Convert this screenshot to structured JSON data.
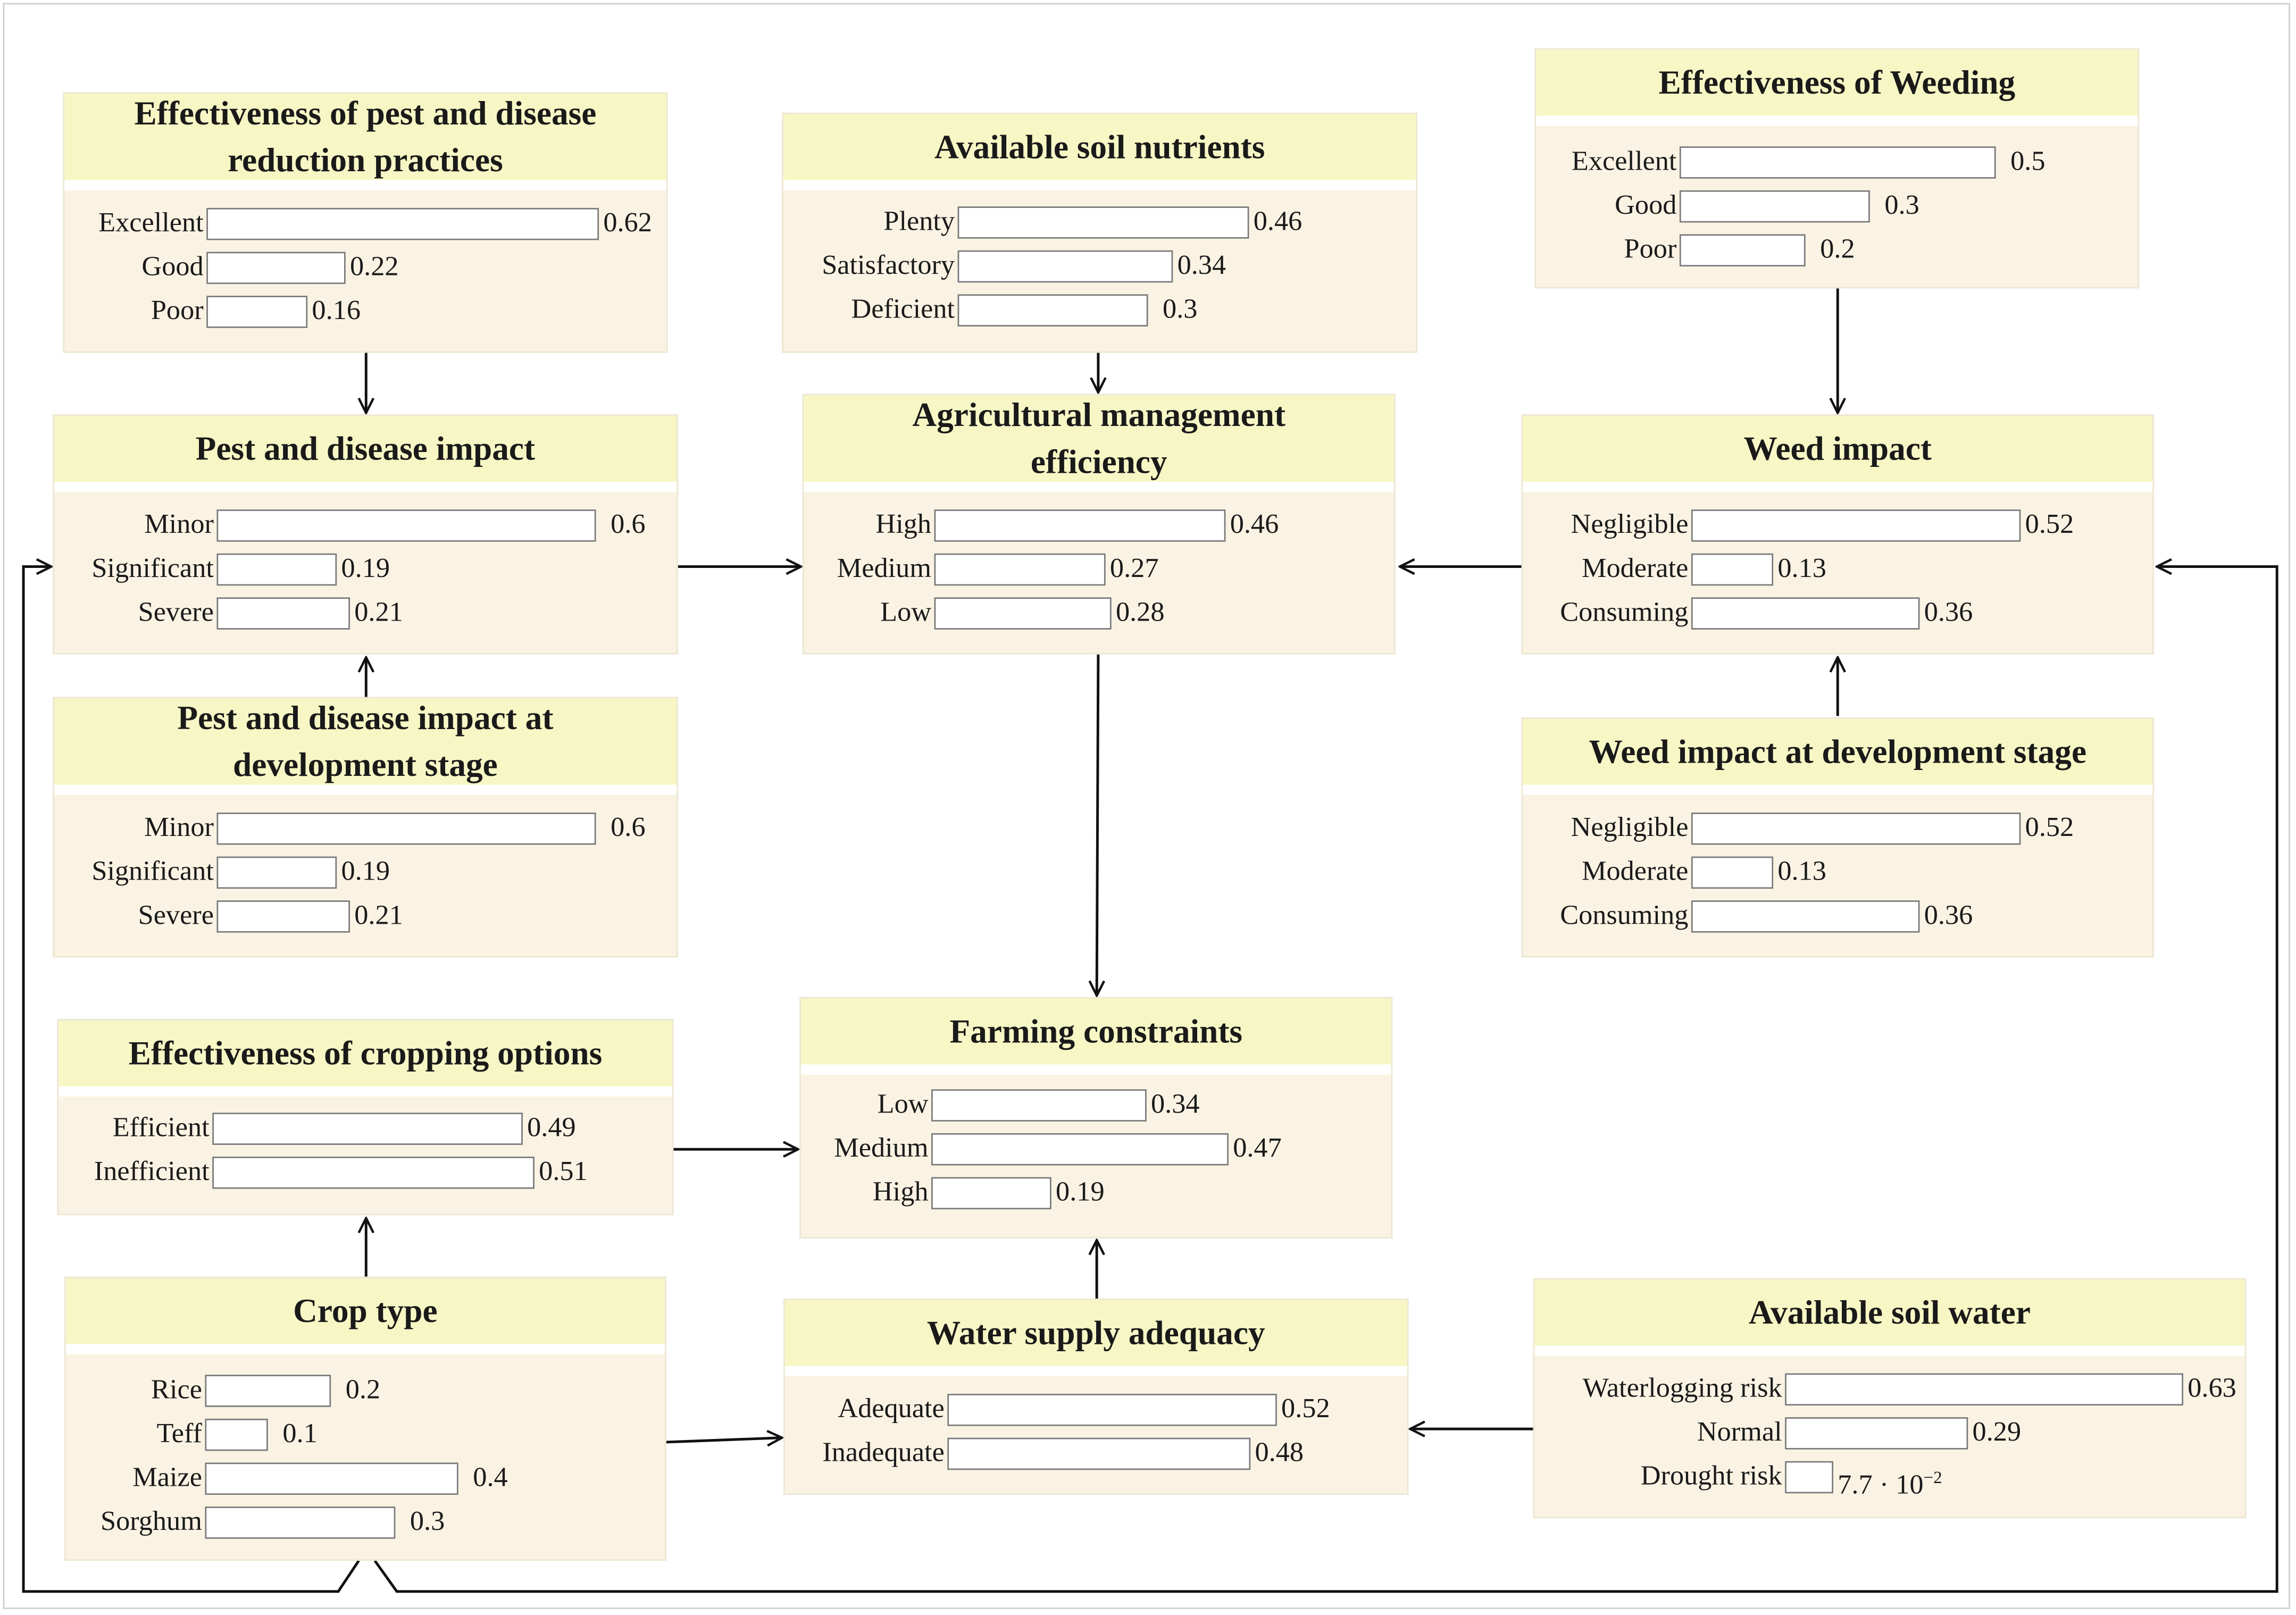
{
  "nodes": {
    "pest_practices": {
      "title": "Effectiveness of pest and disease reduction practices",
      "states": [
        {
          "label": "Excellent",
          "value": "0.62",
          "p": 0.62
        },
        {
          "label": "Good",
          "value": "0.22",
          "p": 0.22
        },
        {
          "label": "Poor",
          "value": "0.16",
          "p": 0.16
        }
      ]
    },
    "soil_nutrients": {
      "title": "Available soil nutrients",
      "states": [
        {
          "label": "Plenty",
          "value": "0.46",
          "p": 0.46
        },
        {
          "label": "Satisfactory",
          "value": "0.34",
          "p": 0.34
        },
        {
          "label": "Deficient",
          "value": "0.3",
          "p": 0.3
        }
      ]
    },
    "weeding": {
      "title": "Effectiveness of Weeding",
      "states": [
        {
          "label": "Excellent",
          "value": "0.5",
          "p": 0.5
        },
        {
          "label": "Good",
          "value": "0.3",
          "p": 0.3
        },
        {
          "label": "Poor",
          "value": "0.2",
          "p": 0.2
        }
      ]
    },
    "pest_impact": {
      "title": "Pest and disease impact",
      "states": [
        {
          "label": "Minor",
          "value": "0.6",
          "p": 0.6
        },
        {
          "label": "Significant",
          "value": "0.19",
          "p": 0.19
        },
        {
          "label": "Severe",
          "value": "0.21",
          "p": 0.21
        }
      ]
    },
    "mgmt_efficiency": {
      "title": "Agricultural management efficiency",
      "states": [
        {
          "label": "High",
          "value": "0.46",
          "p": 0.46
        },
        {
          "label": "Medium",
          "value": "0.27",
          "p": 0.27
        },
        {
          "label": "Low",
          "value": "0.28",
          "p": 0.28
        }
      ]
    },
    "weed_impact": {
      "title": "Weed impact",
      "states": [
        {
          "label": "Negligible",
          "value": "0.52",
          "p": 0.52
        },
        {
          "label": "Moderate",
          "value": "0.13",
          "p": 0.13
        },
        {
          "label": "Consuming",
          "value": "0.36",
          "p": 0.36
        }
      ]
    },
    "pest_dev": {
      "title": "Pest and disease impact at development stage",
      "states": [
        {
          "label": "Minor",
          "value": "0.6",
          "p": 0.6
        },
        {
          "label": "Significant",
          "value": "0.19",
          "p": 0.19
        },
        {
          "label": "Severe",
          "value": "0.21",
          "p": 0.21
        }
      ]
    },
    "weed_dev": {
      "title": "Weed impact at development stage",
      "states": [
        {
          "label": "Negligible",
          "value": "0.52",
          "p": 0.52
        },
        {
          "label": "Moderate",
          "value": "0.13",
          "p": 0.13
        },
        {
          "label": "Consuming",
          "value": "0.36",
          "p": 0.36
        }
      ]
    },
    "cropping_options": {
      "title": "Effectiveness of cropping options",
      "states": [
        {
          "label": "Efficient",
          "value": "0.49",
          "p": 0.49
        },
        {
          "label": "Inefficient",
          "value": "0.51",
          "p": 0.51
        }
      ]
    },
    "farming_constraints": {
      "title": "Farming constraints",
      "states": [
        {
          "label": "Low",
          "value": "0.34",
          "p": 0.34
        },
        {
          "label": "Medium",
          "value": "0.47",
          "p": 0.47
        },
        {
          "label": "High",
          "value": "0.19",
          "p": 0.19
        }
      ]
    },
    "crop_type": {
      "title": "Crop type",
      "states": [
        {
          "label": "Rice",
          "value": "0.2",
          "p": 0.2
        },
        {
          "label": "Teff",
          "value": "0.1",
          "p": 0.1
        },
        {
          "label": "Maize",
          "value": "0.4",
          "p": 0.4
        },
        {
          "label": "Sorghum",
          "value": "0.3",
          "p": 0.3
        }
      ]
    },
    "water_supply": {
      "title": "Water supply adequacy",
      "states": [
        {
          "label": "Adequate",
          "value": "0.52",
          "p": 0.52
        },
        {
          "label": "Inadequate",
          "value": "0.48",
          "p": 0.48
        }
      ]
    },
    "soil_water": {
      "title": "Available soil water",
      "states": [
        {
          "label": "Waterlogging risk",
          "value": "0.63",
          "p": 0.63
        },
        {
          "label": "Normal",
          "value": "0.29",
          "p": 0.29
        },
        {
          "label": "Drought risk",
          "value": "7.7 · 10",
          "exp": "−2",
          "p": 0.077
        }
      ]
    }
  }
}
